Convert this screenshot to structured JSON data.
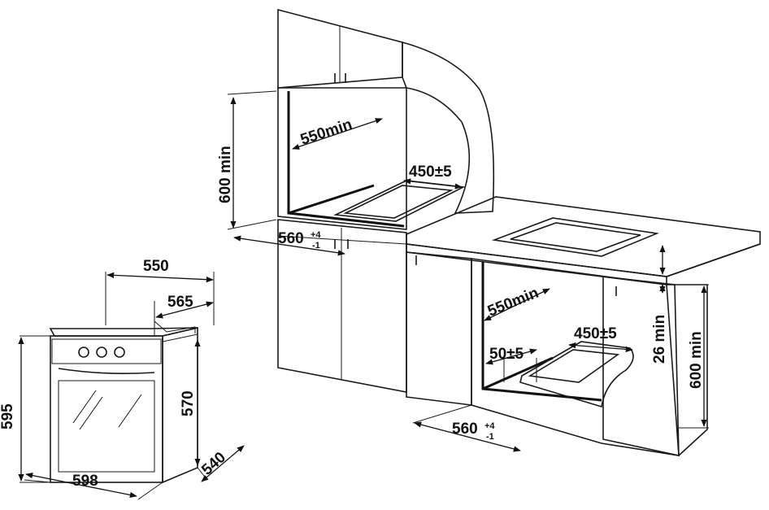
{
  "colors": {
    "line": "#1a1a1a",
    "cabinet_fill": "#f7f7f7",
    "worktop_fill": "#d9d9d9",
    "recess_fill": "#c4c4c4",
    "shade_fill": "#e6e6e6"
  },
  "oven": {
    "width": "598",
    "height": "595",
    "depth": "540",
    "body_depth": "565",
    "top_depth": "550",
    "cavity_height": "570"
  },
  "wall_installation": {
    "height": "600 min",
    "depth": "550min",
    "cutout": "450±5",
    "width": "560",
    "tolerance_plus": "+4",
    "tolerance_minus": "-1"
  },
  "under_counter_installation": {
    "depth": "550min",
    "gap": "50±5",
    "cutout": "450±5",
    "offset": "26 min",
    "height": "600 min",
    "width": "560",
    "tolerance_plus": "+4",
    "tolerance_minus": "-1"
  }
}
